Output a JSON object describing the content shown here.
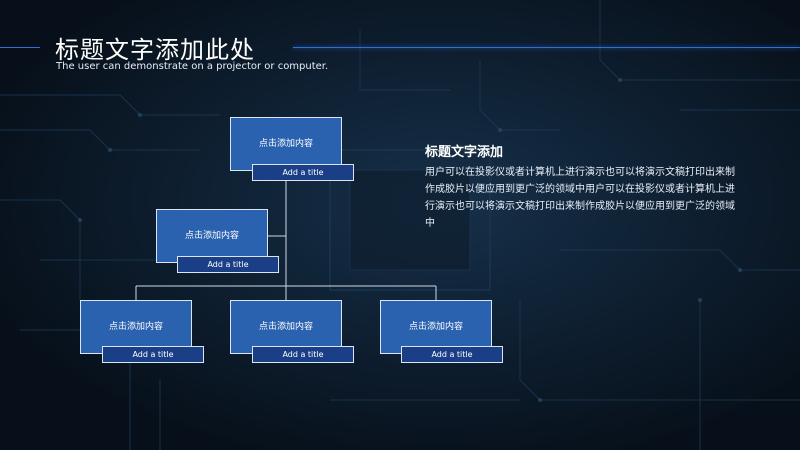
{
  "header": {
    "title": "标题文字添加此处",
    "subtitle": "The user can demonstrate on a projector or computer."
  },
  "org_chart": {
    "nodes": [
      {
        "id": "root",
        "text": "点击添加内容",
        "title": "Add a title"
      },
      {
        "id": "middle",
        "text": "点击添加内容",
        "title": "Add a title"
      },
      {
        "id": "left",
        "text": "点击添加内容",
        "title": "Add a title"
      },
      {
        "id": "center",
        "text": "点击添加内容",
        "title": "Add a title"
      },
      {
        "id": "right",
        "text": "点击添加内容",
        "title": "Add a title"
      }
    ]
  },
  "text_block": {
    "heading": "标题文字添加",
    "body": "用户可以在投影仪或者计算机上进行演示也可以将演示文稿打印出来制作成胶片以便应用到更广泛的领域中用户可以在投影仪或者计算机上进行演示也可以将演示文稿打印出来制作成胶片以便应用到更广泛的领域中"
  },
  "colors": {
    "background": "#0b1622",
    "card": "#2a62b0",
    "title_bar": "#1b3f86",
    "accent_line": "#2f6fd8"
  }
}
